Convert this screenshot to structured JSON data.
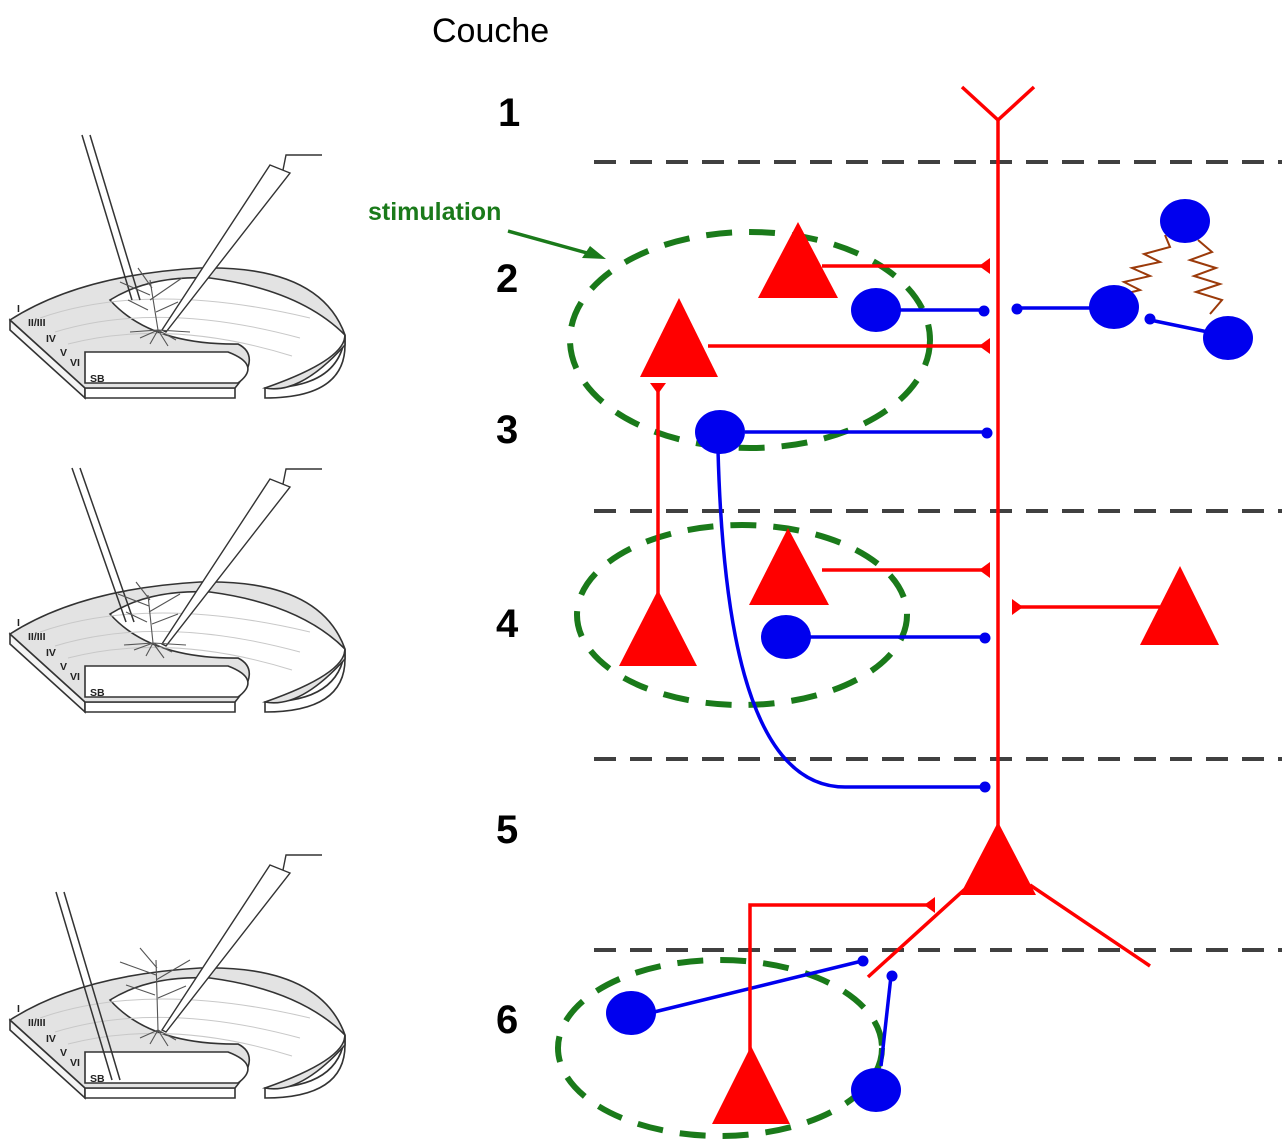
{
  "header": {
    "title": "Couche"
  },
  "layers": [
    "1",
    "2",
    "3",
    "4",
    "5",
    "6"
  ],
  "annotations": {
    "stimulation": "stimulation"
  },
  "slice_labels": [
    "I",
    "II/III",
    "IV",
    "V",
    "VI",
    "SB"
  ],
  "colors": {
    "excitatory": "#ff0000",
    "inhibitory": "#0000ee",
    "stimulation": "#1a7a1a",
    "gap_junction": "#9b3a0a",
    "layer_boundary": "#404040",
    "slice_fill": "#e3e3e3"
  },
  "icons": {
    "pyramidal_neuron": "red-triangle-icon",
    "interneuron": "blue-ellipse-icon",
    "electrode": "electrode-icon",
    "brain_slice": "brain-slice-icon"
  }
}
